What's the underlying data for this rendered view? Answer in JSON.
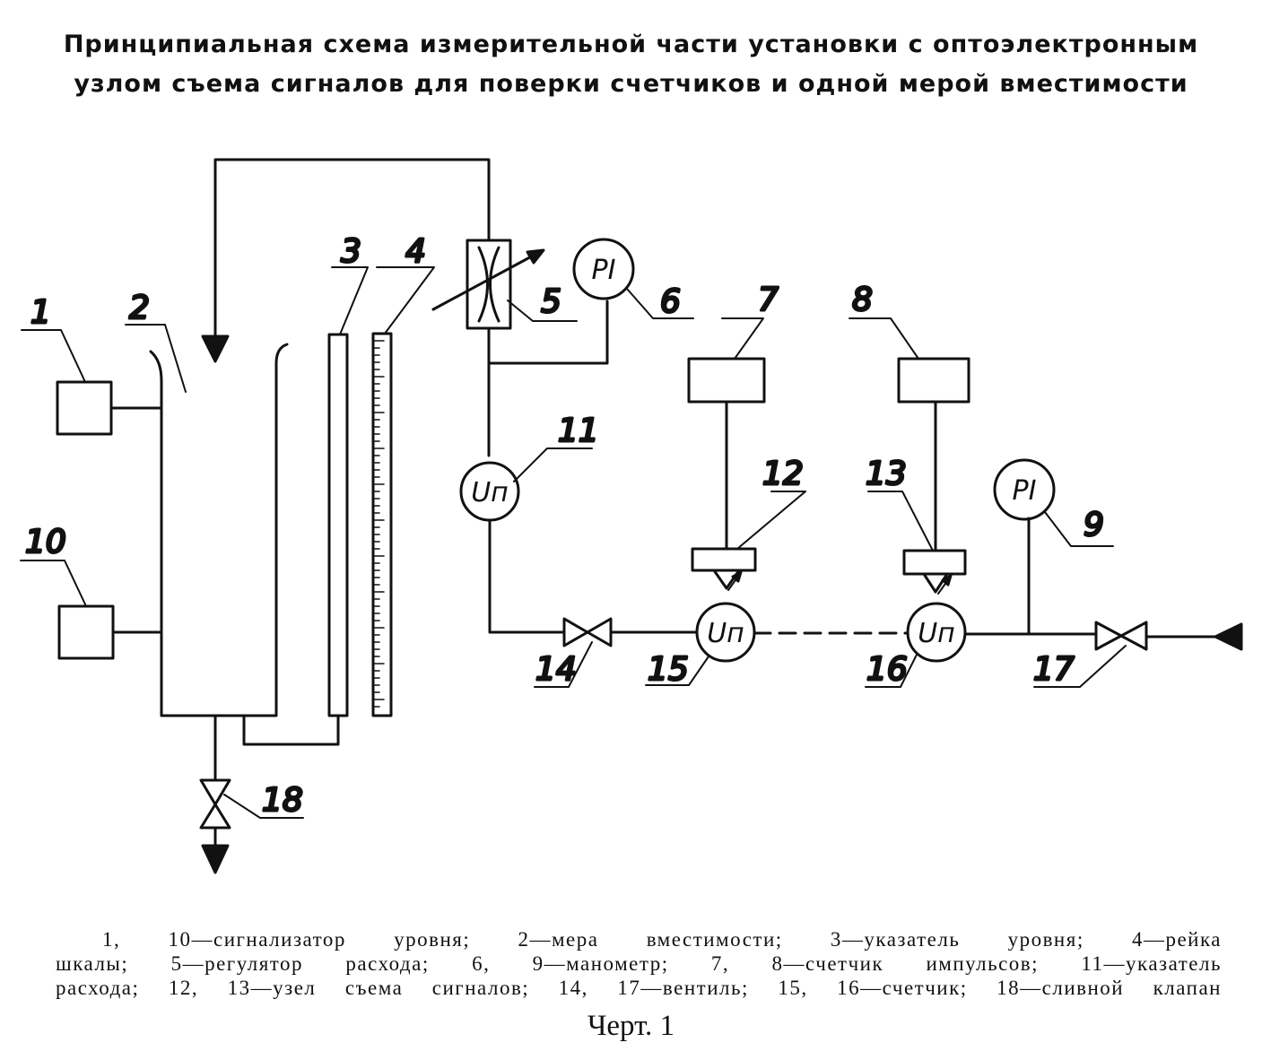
{
  "title": {
    "line1": "Принципиальная схема измерительной части установки с оптоэлектронным",
    "line2": "узлом съема сигналов для поверки счетчиков и одной мерой вместимости"
  },
  "labels": {
    "n1": "1",
    "n2": "2",
    "n3": "3",
    "n4": "4",
    "n5": "5",
    "n6": "6",
    "n7": "7",
    "n8": "8",
    "n9": "9",
    "n10": "10",
    "n11": "11",
    "n12": "12",
    "n13": "13",
    "n14": "14",
    "n15": "15",
    "n16": "16",
    "n17": "17",
    "n18": "18"
  },
  "symbols": {
    "pressure_gauge": "PI",
    "flow_meter": "Uп"
  },
  "legend": {
    "line1": "1, 10—сигнализатор уровня; 2—мера вместимости; 3—указатель уровня; 4—рейка",
    "line2": "шкалы; 5—регулятор расхода; 6, 9—манометр; 7, 8—счетчик импульсов; 11—указатель",
    "line3": "расхода; 12, 13—узел съема сигналов; 14, 17—вентиль; 15, 16—счетчик; 18—сливной клапан"
  },
  "figure_caption": "Черт. 1"
}
